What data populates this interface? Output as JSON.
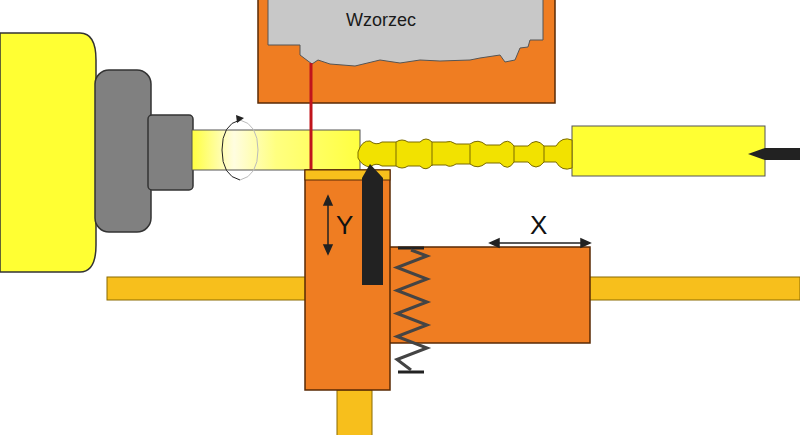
{
  "diagram": {
    "nodes": [
      {
        "text": [
          "Wzorzec"
        ]
      }
    ],
    "labels": [
      "Y",
      "X"
    ]
  }
}
